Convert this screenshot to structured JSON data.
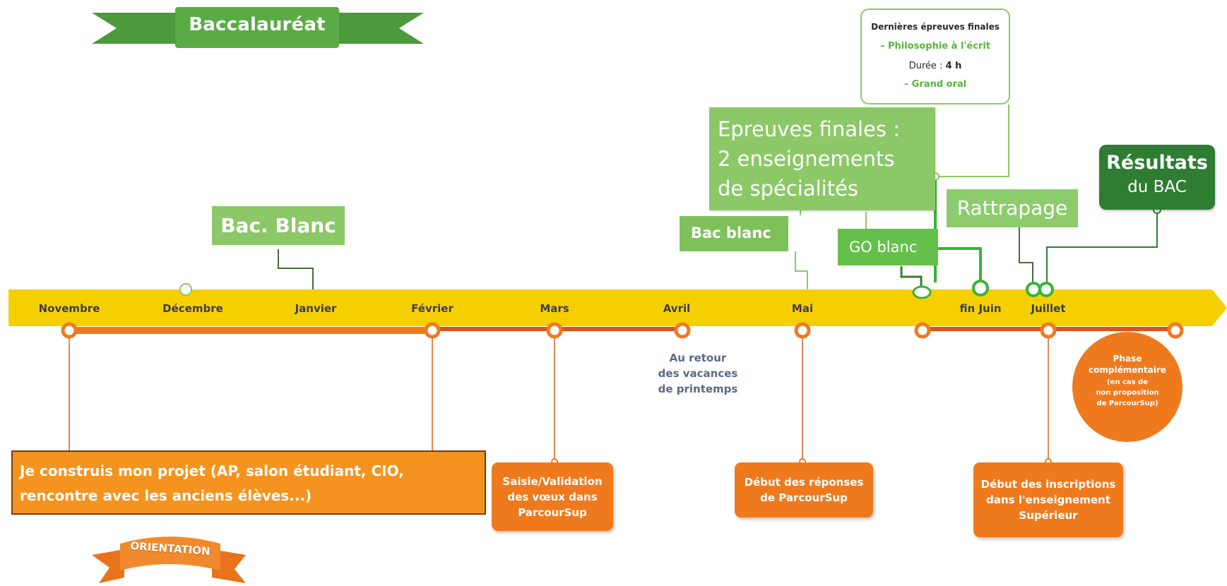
{
  "colors": {
    "timeline_band": "#f6cf00",
    "orange": "#ef7a1e",
    "green_light": "#8cc868",
    "green_bright": "#37b437",
    "green_dark": "#2e7d32",
    "month_text": "#3c3c5a"
  },
  "title_ribbon": {
    "label": "Baccalauréat"
  },
  "orientation_ribbon": {
    "label": "ORIENTATION"
  },
  "months": [
    "Novembre",
    "Décembre",
    "Janvier",
    "Février",
    "Mars",
    "Avril",
    "Mai",
    "fin Juin",
    "Juillet"
  ],
  "exam_events": {
    "bac_blanc_1": "Bac. Blanc",
    "bac_blanc_2": "Bac blanc",
    "epreuves_finales": "Epreuves finales :\n2 enseignements\nde spécialités",
    "go_blanc": "GO blanc",
    "rattrapage": "Rattrapage",
    "resultats_title": "Résultats",
    "resultats_sub": "du BAC"
  },
  "final_exams_callout": {
    "title": "Dernières épreuves finales",
    "philo": "– Philosophie à l'écrit",
    "duree_label": "Durée : ",
    "duree_value": "4 h",
    "grand_oral": "– Grand oral"
  },
  "orientation_events": {
    "projet": "Je construis mon projet (AP, salon étudiant, CIO,\nrencontre avec les anciens élèves...)",
    "saisie": "Saisie/Validation\ndes vœux dans\nParcourSup",
    "retour_vacances": "Au retour\ndes vacances\nde printemps",
    "debut_reponses": "Début des réponses\nde ParcourSup",
    "debut_inscriptions": "Début des inscriptions\ndans l'enseignement\nSupérieur",
    "phase_complementaire_title": "Phase\ncomplémentaire",
    "phase_complementaire_note": "(en cas de\nnon proposition\nde ParcourSup)"
  }
}
